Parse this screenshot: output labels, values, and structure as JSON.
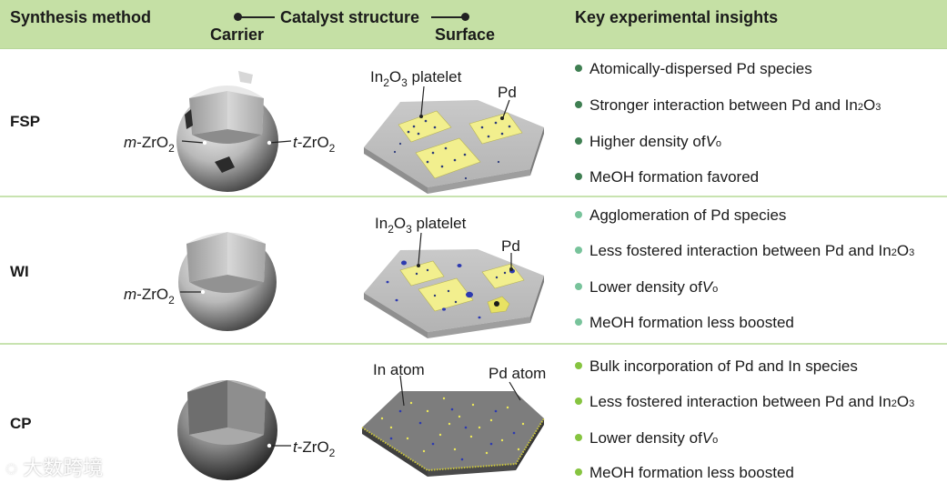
{
  "header": {
    "synthesis_method": "Synthesis method",
    "catalyst_structure": "Catalyst structure",
    "carrier": "Carrier",
    "surface": "Surface",
    "key_insights": "Key experimental insights"
  },
  "rows": [
    {
      "method": "FSP",
      "carrier_labels": {
        "m_prefix": "m",
        "m_rest": "-ZrO",
        "t_prefix": "t",
        "t_rest": "-ZrO",
        "sub": "2"
      },
      "surface_labels": {
        "platelet_a": "In",
        "platelet_sub": "2",
        "platelet_b": "O",
        "platelet_sub2": "3",
        "platelet_c": " platelet",
        "pd": "Pd"
      },
      "insights": [
        {
          "text": "Atomically-dispersed Pd species"
        },
        {
          "text": "Stronger interaction between Pd and In",
          "sub1": "2",
          "mid": "O",
          "sub2": "3"
        },
        {
          "text": "Higher density of ",
          "italic": "V",
          "sub_o": "o"
        },
        {
          "text": "MeOH formation favored"
        }
      ]
    },
    {
      "method": "WI",
      "carrier_labels": {
        "m_prefix": "m",
        "m_rest": "-ZrO",
        "sub": "2"
      },
      "surface_labels": {
        "platelet_a": "In",
        "platelet_sub": "2",
        "platelet_b": "O",
        "platelet_sub2": "3",
        "platelet_c": " platelet",
        "pd": "Pd"
      },
      "insights": [
        {
          "text": "Agglomeration of Pd species"
        },
        {
          "text": "Less fostered interaction between Pd and In",
          "sub1": "2",
          "mid": "O",
          "sub2": "3"
        },
        {
          "text": "Lower density of ",
          "italic": "V",
          "sub_o": "o"
        },
        {
          "text": "MeOH formation less boosted"
        }
      ]
    },
    {
      "method": "CP",
      "carrier_labels": {
        "t_prefix": "t",
        "t_rest": "-ZrO",
        "sub": "2"
      },
      "surface_labels": {
        "in_atom": "In atom",
        "pd_atom": "Pd atom"
      },
      "insights": [
        {
          "text": "Bulk incorporation of Pd and In species"
        },
        {
          "text": "Less fostered interaction between Pd and In",
          "sub1": "2",
          "mid": "O",
          "sub2": "3"
        },
        {
          "text": "Lower density of ",
          "italic": "V",
          "sub_o": "o"
        },
        {
          "text": "MeOH formation less boosted"
        }
      ]
    }
  ],
  "watermark": "大数跨境",
  "colors": {
    "header_bg": "#c5e0a5",
    "separator": "#c8e3b0",
    "bullet_fsp": "#3f7f52",
    "bullet_wi": "#78c39b",
    "bullet_cp": "#86c440",
    "platelet": "#f2ef8e"
  }
}
